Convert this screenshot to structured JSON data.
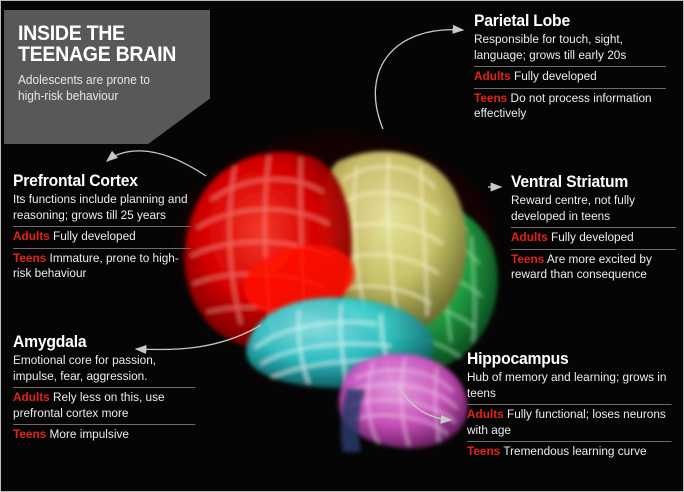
{
  "banner": {
    "title_line1": "INSIDE THE",
    "title_line2": "TEENAGE BRAIN",
    "subtitle_line1": "Adolescents are prone to",
    "subtitle_line2": "high-risk behaviour"
  },
  "labels": {
    "adults": "Adults",
    "teens": "Teens"
  },
  "colors": {
    "banner_bg": "#585858",
    "background": "#050505",
    "tag_red": "#e2231a",
    "body_text": "#ededed",
    "divider": "#6b6b6b",
    "brain_frontal_red": "#e00000",
    "brain_parietal_yellow": "#cfc46a",
    "brain_temporal_cyan": "#2fd3d6",
    "brain_occipital_green": "#23b24b",
    "brain_cerebellum_magenta": "#d658c8",
    "arrow_line": "#c9c9c9"
  },
  "callouts": [
    {
      "id": "prefrontal",
      "title": "Prefrontal Cortex",
      "desc": "Its functions include planning and reasoning; grows till 25 years",
      "adults": "Fully developed",
      "teens": "Immature, prone to high-risk behaviour"
    },
    {
      "id": "amygdala",
      "title": "Amygdala",
      "desc": "Emotional core for passion, impulse, fear, aggression.",
      "adults": "Rely less on this, use prefrontal cortex more",
      "teens": "More impulsive"
    },
    {
      "id": "parietal",
      "title": "Parietal Lobe",
      "desc": "Responsible for touch, sight, language; grows till early 20s",
      "adults": "Fully developed",
      "teens": "Do not process information effectively"
    },
    {
      "id": "ventral",
      "title": "Ventral Striatum",
      "desc": "Reward centre, not fully developed in teens",
      "adults": "Fully developed",
      "teens": "Are more excited by reward than consequence"
    },
    {
      "id": "hippocampus",
      "title": "Hippocampus",
      "desc": "Hub of memory and learning; grows in teens",
      "adults": "Fully functional; loses neurons with age",
      "teens": "Tremendous learning curve"
    }
  ]
}
